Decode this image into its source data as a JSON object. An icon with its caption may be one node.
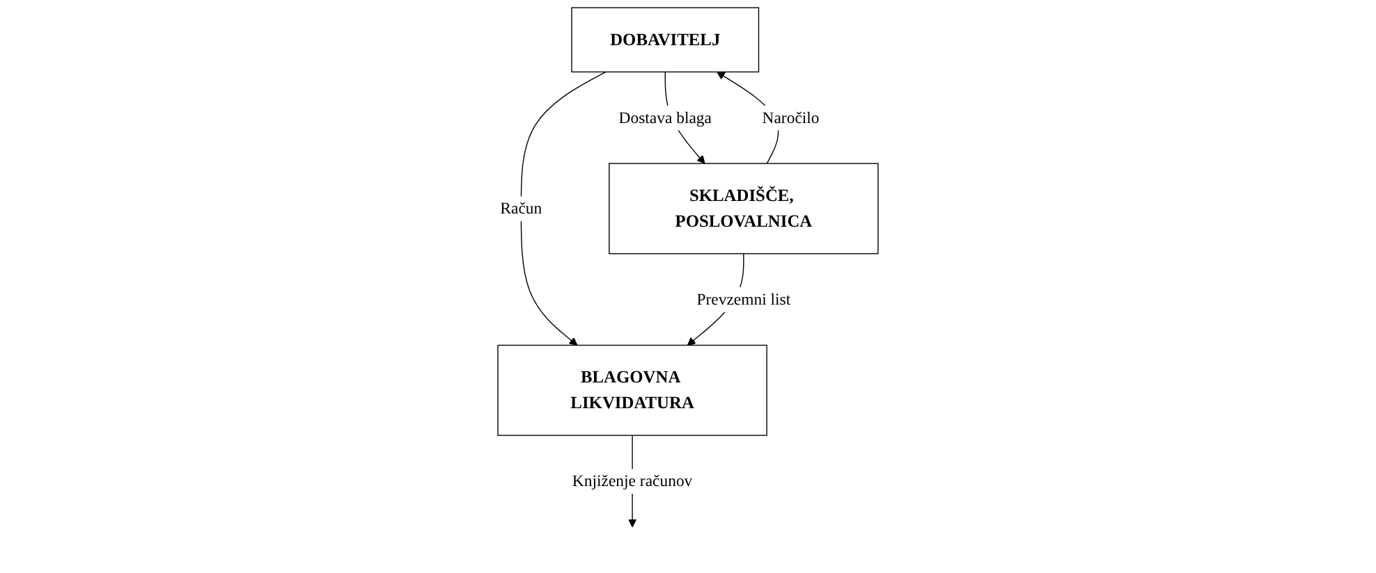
{
  "diagram": {
    "nodes": [
      {
        "text": [
          "DOBAVITELJ"
        ]
      },
      {
        "text": [
          "SKLADIŠČE, POSLOVALNICA"
        ]
      },
      {
        "text": [
          "BLAGOVNA LIKVIDATURA"
        ]
      }
    ],
    "edges": [
      {
        "from": 1,
        "to": 0,
        "arrow": "to",
        "label": "Naročilo"
      },
      {
        "from": 0,
        "to": 1,
        "arrow": "to",
        "label": "Dostava blaga"
      },
      {
        "from": 0,
        "to": 2,
        "arrow": "to",
        "label": "Račun"
      },
      {
        "from": 1,
        "to": 2,
        "arrow": "to",
        "label": "Prevzemni list"
      },
      {
        "from": 2,
        "to": null,
        "arrow": "to",
        "label": "Knjiženje računov"
      }
    ]
  }
}
